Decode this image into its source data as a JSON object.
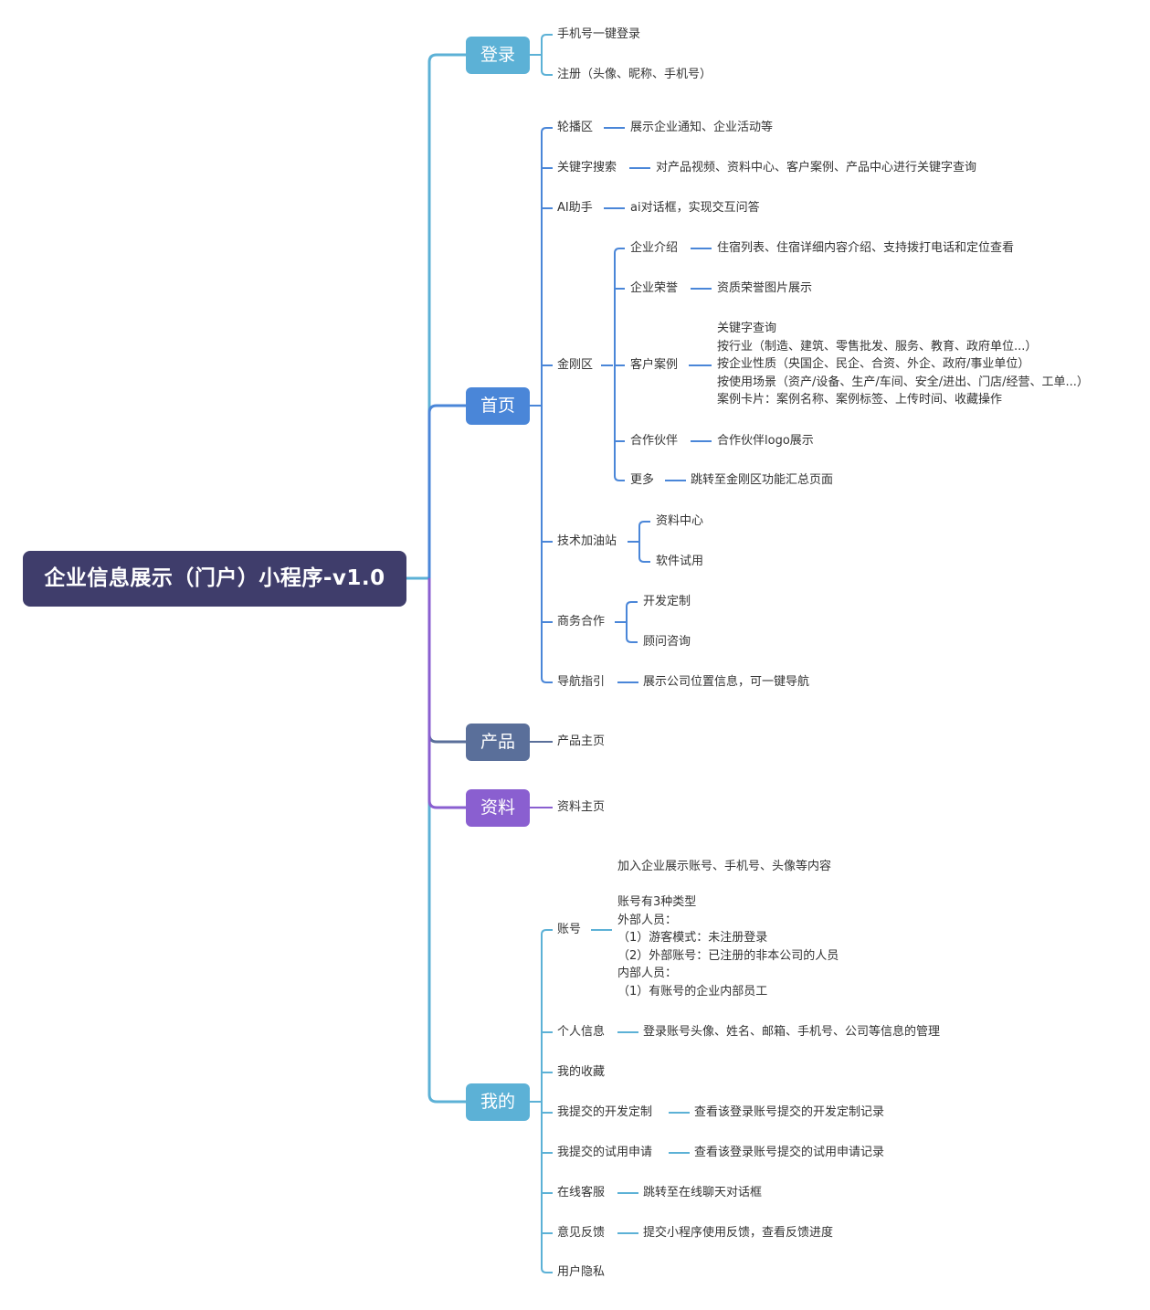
{
  "root": "企业信息展示（门户）小程序-v1.0",
  "colors": {
    "root": "#3f3d6b",
    "login": "#5cb1d6",
    "home": "#4a86d8",
    "product": "#5a6f9a",
    "resource": "#8a5fd0",
    "mine": "#5cb1d6"
  },
  "login": {
    "label": "登录",
    "items": [
      "手机号一键登录",
      "注册（头像、昵称、手机号）"
    ]
  },
  "home": {
    "label": "首页",
    "carousel": {
      "label": "轮播区",
      "desc": "展示企业通知、企业活动等"
    },
    "search": {
      "label": "关键字搜索",
      "desc": "对产品视频、资料中心、客户案例、产品中心进行关键字查询"
    },
    "ai": {
      "label": "AI助手",
      "desc": "ai对话框，实现交互问答"
    },
    "kingkong": {
      "label": "金刚区",
      "intro": {
        "label": "企业介绍",
        "desc": "住宿列表、住宿详细内容介绍、支持拨打电话和定位查看"
      },
      "honor": {
        "label": "企业荣誉",
        "desc": "资质荣誉图片展示"
      },
      "cases": {
        "label": "客户案例",
        "desc": "关键字查询\n按行业（制造、建筑、零售批发、服务、教育、政府单位...）\n按企业性质（央国企、民企、合资、外企、政府/事业单位）\n按使用场景（资产/设备、生产/车间、安全/进出、门店/经营、工单...）\n案例卡片：案例名称、案例标签、上传时间、收藏操作"
      },
      "partner": {
        "label": "合作伙伴",
        "desc": "合作伙伴logo展示"
      },
      "more": {
        "label": "更多",
        "desc": "跳转至金刚区功能汇总页面"
      }
    },
    "tech": {
      "label": "技术加油站",
      "items": [
        "资料中心",
        "软件试用"
      ]
    },
    "business": {
      "label": "商务合作",
      "items": [
        "开发定制",
        "顾问咨询"
      ]
    },
    "nav": {
      "label": "导航指引",
      "desc": "展示公司位置信息，可一键导航"
    }
  },
  "product": {
    "label": "产品",
    "item": "产品主页"
  },
  "resource": {
    "label": "资料",
    "item": "资料主页"
  },
  "mine": {
    "label": "我的",
    "account": {
      "label": "账号",
      "desc": "加入企业展示账号、手机号、头像等内容\n\n账号有3种类型\n外部人员：\n（1）游客模式：未注册登录\n（2）外部账号：已注册的非本公司的人员\n内部人员：\n（1）有账号的企业内部员工"
    },
    "profile": {
      "label": "个人信息",
      "desc": "登录账号头像、姓名、邮箱、手机号、公司等信息的管理"
    },
    "favorites": {
      "label": "我的收藏"
    },
    "dev": {
      "label": "我提交的开发定制",
      "desc": "查看该登录账号提交的开发定制记录"
    },
    "trial": {
      "label": "我提交的试用申请",
      "desc": "查看该登录账号提交的试用申请记录"
    },
    "service": {
      "label": "在线客服",
      "desc": "跳转至在线聊天对话框"
    },
    "feedback": {
      "label": "意见反馈",
      "desc": "提交小程序使用反馈，查看反馈进度"
    },
    "privacy": {
      "label": "用户隐私"
    }
  }
}
